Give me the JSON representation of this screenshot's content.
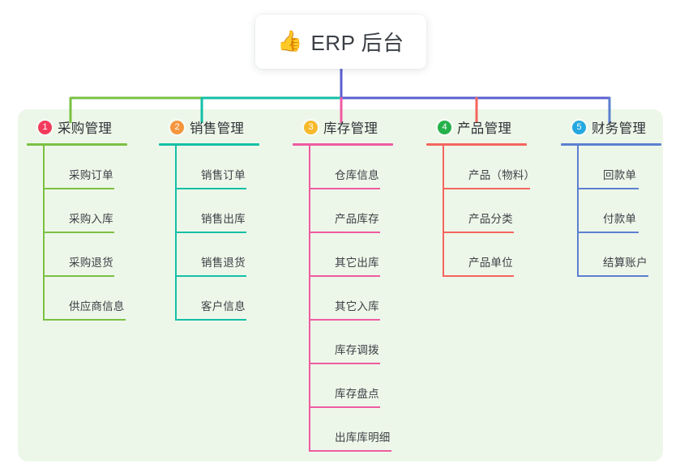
{
  "root": {
    "icon": "thumbs-up-emoji",
    "emoji": "👍",
    "title": "ERP 后台"
  },
  "colors": {
    "panel_background": "#edf7e9",
    "page_background": "#ffffff",
    "root_line": "#5b5fd0",
    "connector_left": "#7ac143",
    "connector_mid": "#13bfa6",
    "connector_right": "#5b5fd0"
  },
  "columns": [
    {
      "index": "1",
      "badge_color": "#f23b5c",
      "line_color": "#7ac143",
      "title": "采购管理",
      "head_rule_width": 124,
      "items": [
        {
          "label": "采购订单",
          "rule_width": 88
        },
        {
          "label": "采购入库",
          "rule_width": 88
        },
        {
          "label": "采购退货",
          "rule_width": 88
        },
        {
          "label": "供应商信息",
          "rule_width": 102
        }
      ]
    },
    {
      "index": "2",
      "badge_color": "#f5953d",
      "line_color": "#13bfa6",
      "title": "销售管理",
      "head_rule_width": 124,
      "items": [
        {
          "label": "销售订单",
          "rule_width": 88
        },
        {
          "label": "销售出库",
          "rule_width": 88
        },
        {
          "label": "销售退货",
          "rule_width": 88
        },
        {
          "label": "客户信息",
          "rule_width": 88
        }
      ]
    },
    {
      "index": "3",
      "badge_color": "#f6b92b",
      "line_color": "#ef5ba1",
      "title": "库存管理",
      "head_rule_width": 124,
      "items": [
        {
          "label": "仓库信息",
          "rule_width": 88
        },
        {
          "label": "产品库存",
          "rule_width": 88
        },
        {
          "label": "其它出库",
          "rule_width": 88
        },
        {
          "label": "其它入库",
          "rule_width": 88
        },
        {
          "label": "库存调拨",
          "rule_width": 88
        },
        {
          "label": "库存盘点",
          "rule_width": 88
        },
        {
          "label": "出库库明细",
          "rule_width": 102
        }
      ]
    },
    {
      "index": "4",
      "badge_color": "#24b14b",
      "line_color": "#f4655e",
      "title": "产品管理",
      "head_rule_width": 124,
      "items": [
        {
          "label": "产品（物料）",
          "rule_width": 108
        },
        {
          "label": "产品分类",
          "rule_width": 88
        },
        {
          "label": "产品单位",
          "rule_width": 88
        }
      ]
    },
    {
      "index": "5",
      "badge_color": "#24a8e0",
      "line_color": "#5b7fd0",
      "title": "财务管理",
      "head_rule_width": 124,
      "items": [
        {
          "label": "回款单",
          "rule_width": 76
        },
        {
          "label": "付款单",
          "rule_width": 76
        },
        {
          "label": "结算账户",
          "rule_width": 88
        }
      ]
    }
  ]
}
